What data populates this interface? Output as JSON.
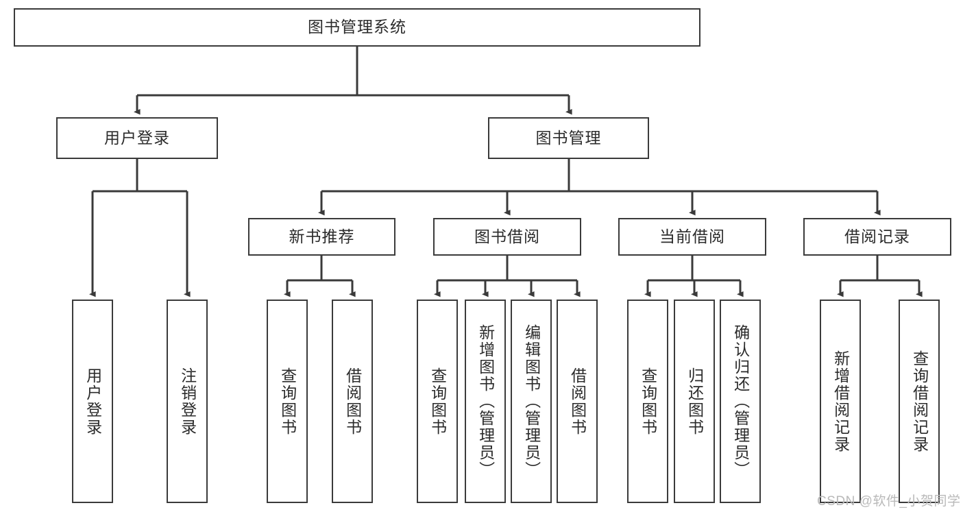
{
  "diagram": {
    "title": "图书管理系统",
    "root": {
      "label": "图书管理系统"
    },
    "level1": [
      {
        "label": "用户登录"
      },
      {
        "label": "图书管理"
      }
    ],
    "level2": [
      {
        "label": "新书推荐"
      },
      {
        "label": "图书借阅"
      },
      {
        "label": "当前借阅"
      },
      {
        "label": "借阅记录"
      }
    ],
    "leaves": {
      "user_login": [
        {
          "label": "用户登录"
        },
        {
          "label": "注销登录"
        }
      ],
      "new_book_recommend": [
        {
          "label": "查询图书"
        },
        {
          "label": "借阅图书"
        }
      ],
      "book_borrow": [
        {
          "label": "查询图书"
        },
        {
          "label": "新增图书（管理员）"
        },
        {
          "label": "编辑图书（管理员）"
        },
        {
          "label": "借阅图书"
        }
      ],
      "current_borrow": [
        {
          "label": "查询图书"
        },
        {
          "label": "归还图书"
        },
        {
          "label": "确认归还（管理员）"
        }
      ],
      "borrow_record": [
        {
          "label": "新增借阅记录"
        },
        {
          "label": "查询借阅记录"
        }
      ]
    }
  },
  "watermark": {
    "text": "CSDN @软件_小贺同学"
  },
  "colors": {
    "line": "#3a3a3a",
    "box_fill": "#ffffff",
    "text": "#2b2b2b",
    "watermark": "#b9b9b9"
  }
}
